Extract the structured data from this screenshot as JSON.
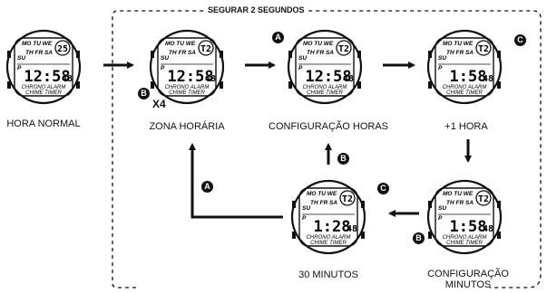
{
  "frame_title": "SEGURAR 2 SEGUNDOS",
  "steps": [
    {
      "label": "HORA NORMAL",
      "topright": "25",
      "time_hm": "12:58",
      "time_s": "48"
    },
    {
      "label": "ZONA HORÁRIA",
      "topright": "T2",
      "time_hm": "12:58",
      "time_s": "48"
    },
    {
      "label": "CONFIGURAÇÃO HORAS",
      "topright": "T2",
      "time_hm": "12:58",
      "time_s": "48"
    },
    {
      "label": "+1 HORA",
      "topright": "T2",
      "time_hm": "1:58",
      "time_s": "48"
    },
    {
      "label": "CONFIGURAÇÃO MINUTOS",
      "topright": "T2",
      "time_hm": "1:58",
      "time_s": "48"
    },
    {
      "label": "30 MINUTOS",
      "topright": "T2",
      "time_hm": "1:28",
      "time_s": "48"
    }
  ],
  "watch_text": {
    "days_top": "MO TU WE",
    "days_mid": "TH FR SA",
    "su": "SU",
    "p": "P",
    "mode_1": "CHRONO  ALARM",
    "mode_2": "CHIME  TIMER"
  },
  "buttons": {
    "a": "A",
    "b": "B",
    "c": "C"
  },
  "repeat": "X4"
}
